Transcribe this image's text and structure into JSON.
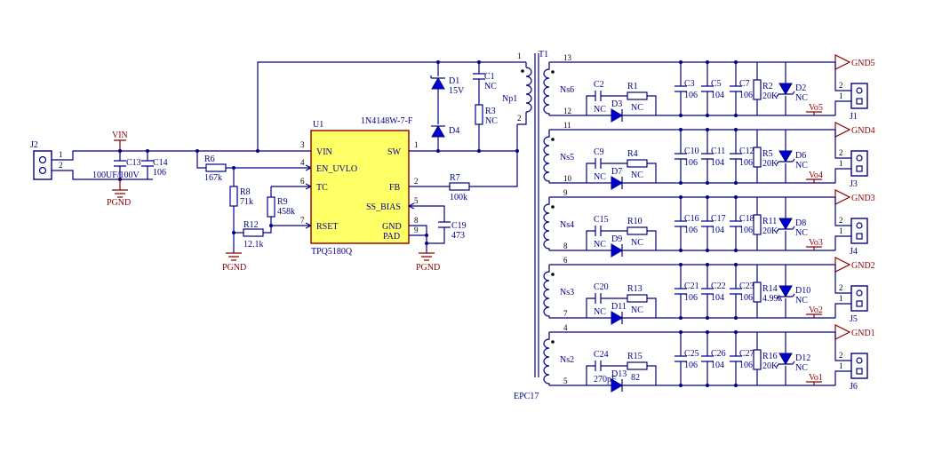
{
  "j2": {
    "ref": "J2",
    "pin1": "1",
    "pin2": "2"
  },
  "vin": {
    "label": "VIN"
  },
  "c13": {
    "ref": "C13",
    "value": "100UF/100V"
  },
  "c14": {
    "ref": "C14",
    "value": "106"
  },
  "pgnd": "PGND",
  "r6": {
    "ref": "R6",
    "value": "167k"
  },
  "r8": {
    "ref": "R8",
    "value": "71k"
  },
  "r9": {
    "ref": "R9",
    "value": "458k"
  },
  "r12": {
    "ref": "R12",
    "value": "12.1k"
  },
  "u1": {
    "ref": "U1",
    "part": "TPQ5180Q",
    "pins": {
      "vin": "VIN",
      "en": "EN_UVLO",
      "tc": "TC",
      "rset": "RSET",
      "sw": "SW",
      "fb": "FB",
      "ss": "SS_BIAS",
      "gnd": "GND",
      "pad": "PAD"
    },
    "nums": {
      "vin": "3",
      "en": "4",
      "tc": "6",
      "rset": "7",
      "sw": "1",
      "fb": "2",
      "ss": "5",
      "gnd": "8",
      "pad": "9"
    }
  },
  "r7": {
    "ref": "R7",
    "value": "100k"
  },
  "c19": {
    "ref": "C19",
    "value": "473"
  },
  "d1": {
    "ref": "D1",
    "value": "15V"
  },
  "d4": {
    "ref": "D4",
    "value": "1N4148W-7-F"
  },
  "c1": {
    "ref": "C1",
    "value": "NC"
  },
  "r3": {
    "ref": "R3",
    "value": "NC"
  },
  "t1": {
    "ref": "T1",
    "core": "EPC17",
    "primary": "Np1",
    "p1": "1",
    "p2": "2"
  },
  "outputs": [
    {
      "ns": "Ns6",
      "pin_top": "13",
      "pin_bot": "12",
      "cin": "C2",
      "cin_val": "NC",
      "rs": "R1",
      "rs_val": "NC",
      "dr": "D3",
      "c_a": "C3",
      "c_b": "C5",
      "c_c": "C7",
      "cap_a": "106",
      "cap_b": "104",
      "cap_c": "106",
      "r_out": "R2",
      "r_val": "20K",
      "d_out": "D2",
      "d_val": "NC",
      "vo": "Vo5",
      "conn": "J1",
      "gnd": "GND5",
      "pin2": "2",
      "pin1": "1"
    },
    {
      "ns": "Ns5",
      "pin_top": "11",
      "pin_bot": "10",
      "cin": "C9",
      "cin_val": "NC",
      "rs": "R4",
      "rs_val": "NC",
      "dr": "D7",
      "c_a": "C10",
      "c_b": "C11",
      "c_c": "C12",
      "cap_a": "106",
      "cap_b": "104",
      "cap_c": "106",
      "r_out": "R5",
      "r_val": "20K",
      "d_out": "D6",
      "d_val": "NC",
      "vo": "Vo4",
      "conn": "J3",
      "gnd": "GND4",
      "pin2": "2",
      "pin1": "1"
    },
    {
      "ns": "Ns4",
      "pin_top": "9",
      "pin_bot": "8",
      "cin": "C15",
      "cin_val": "NC",
      "rs": "R10",
      "rs_val": "NC",
      "dr": "D9",
      "c_a": "C16",
      "c_b": "C17",
      "c_c": "C18",
      "cap_a": "106",
      "cap_b": "104",
      "cap_c": "106",
      "r_out": "R11",
      "r_val": "20K",
      "d_out": "D8",
      "d_val": "NC",
      "vo": "Vo3",
      "conn": "J4",
      "gnd": "GND3",
      "pin2": "2",
      "pin1": "1"
    },
    {
      "ns": "Ns3",
      "pin_top": "6",
      "pin_bot": "7",
      "cin": "C20",
      "cin_val": "NC",
      "rs": "R13",
      "rs_val": "NC",
      "dr": "D11",
      "c_a": "C21",
      "c_b": "C22",
      "c_c": "C23",
      "cap_a": "106",
      "cap_b": "104",
      "cap_c": "106",
      "r_out": "R14",
      "r_val": "4.99k",
      "d_out": "D10",
      "d_val": "NC",
      "vo": "Vo2",
      "conn": "J5",
      "gnd": "GND2",
      "pin2": "2",
      "pin1": "1"
    },
    {
      "ns": "Ns2",
      "pin_top": "4",
      "pin_bot": "5",
      "cin": "C24",
      "cin_val": "270pF",
      "rs": "R15",
      "rs_val": "82",
      "dr": "D13",
      "c_a": "C25",
      "c_b": "C26",
      "c_c": "C27",
      "cap_a": "106",
      "cap_b": "104",
      "cap_c": "106",
      "r_out": "R16",
      "r_val": "20K",
      "d_out": "D12",
      "d_val": "NC",
      "vo": "Vo1",
      "conn": "J6",
      "gnd": "GND1",
      "pin2": "2",
      "pin1": "1"
    }
  ]
}
